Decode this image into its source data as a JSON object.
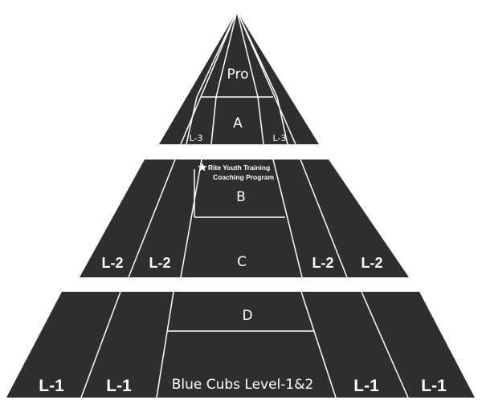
{
  "tiers": {
    "top": {
      "pro_label": "Pro",
      "a_label": "A",
      "l3_left": "L-3",
      "l3_right": "L-3"
    },
    "middle": {
      "program_line1": "Rite Youth Training",
      "program_line2": "Coaching Program",
      "b_label": "B",
      "c_label": "C",
      "l2_outer_left": "L-2",
      "l2_inner_left": "L-2",
      "l2_inner_right": "L-2",
      "l2_outer_right": "L-2"
    },
    "bottom": {
      "d_label": "D",
      "center_label": "Blue Cubs Level-1&2",
      "l1_outer_left": "L-1",
      "l1_inner_left": "L-1",
      "l1_inner_right": "L-1",
      "l1_outer_right": "L-1"
    }
  },
  "colors": {
    "court": "#2e2e2e",
    "lines": "#ffffff"
  },
  "icons": {
    "program_mark": "star-icon"
  }
}
